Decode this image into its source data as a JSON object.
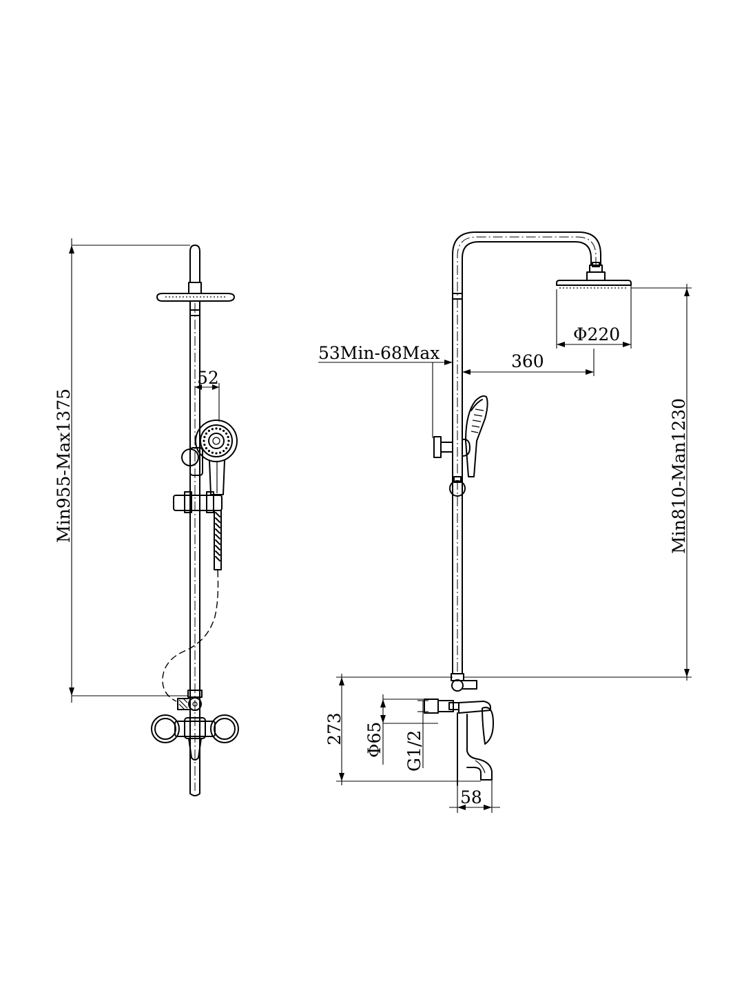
{
  "labels": {
    "left_height": "Min955-Max1375",
    "left_hand_shower": "52",
    "arm_projection": "360",
    "head_diameter": "Φ220",
    "adjust_range": "53Min-68Max",
    "right_height": "Min810-Man1230",
    "mixer_height": "273",
    "escutcheon_diameter": "Φ65",
    "thread": "G1/2",
    "spout_offset": "58"
  }
}
